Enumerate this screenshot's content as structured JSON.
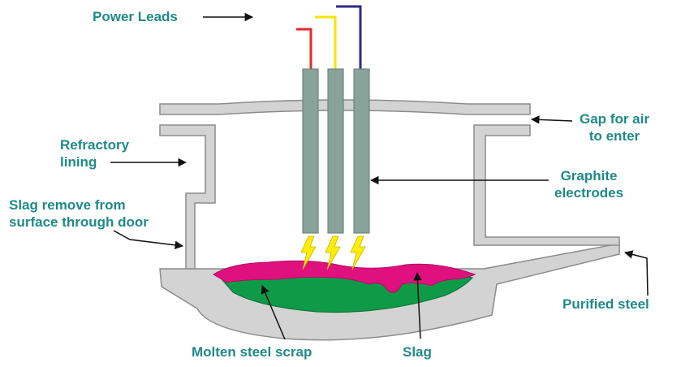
{
  "colors": {
    "label_text": "#1f8a87",
    "furnace_fill": "#d3d3d3",
    "furnace_stroke": "#8c8c8c",
    "electrode_fill": "#8aa39a",
    "electrode_stroke": "#6f857d",
    "slag": "#e0117e",
    "molten_steel": "#0f9a48",
    "spark": "#ffee00",
    "spark_stroke": "#c8b400",
    "lead_red": "#e8262c",
    "lead_yellow": "#f2e600",
    "lead_blue": "#2a2a86",
    "arrow": "#111111"
  },
  "labels": {
    "power_leads": "Power Leads",
    "gap_for_air": [
      "Gap for air",
      "to enter"
    ],
    "refractory_lining": [
      "Refractory",
      "lining"
    ],
    "graphite_electrodes": [
      "Graphite",
      "electrodes"
    ],
    "slag_remove": [
      "Slag remove from",
      "surface through door"
    ],
    "purified_steel": "Purified steel",
    "molten_steel_scrap": "Molten steel scrap",
    "slag": "Slag"
  }
}
